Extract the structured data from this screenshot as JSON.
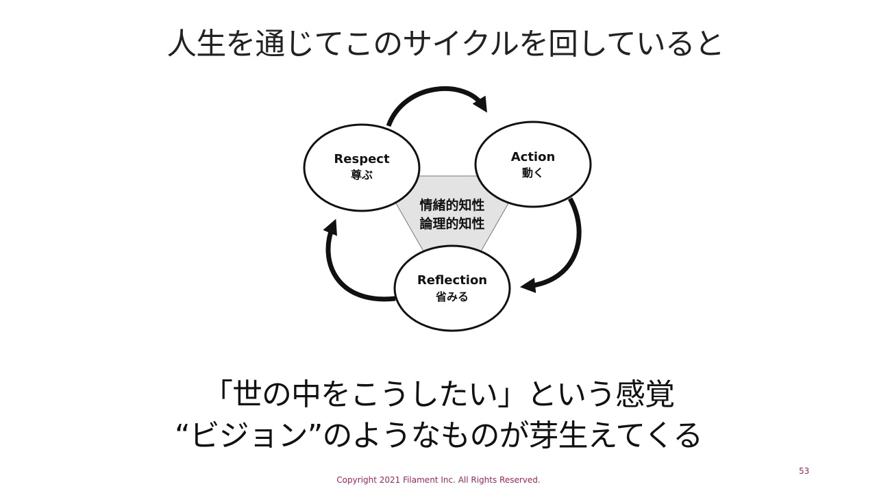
{
  "title": "人生を通じてこのサイクルを回していると",
  "cycle": {
    "center": {
      "line1": "情緒的知性",
      "line2": "論理的知性"
    },
    "nodes": [
      {
        "en": "Respect",
        "ja": "尊ぶ"
      },
      {
        "en": "Action",
        "ja": "動く"
      },
      {
        "en": "Reflection",
        "ja": "省みる"
      }
    ]
  },
  "message": {
    "line1": "「世の中をこうしたい」という感覚",
    "line2": "“ビジョン”のようなものが芽生えてくる"
  },
  "footer": {
    "copyright": "Copyright 2021 Filament Inc. All Rights Reserved.",
    "page_number": "53"
  }
}
